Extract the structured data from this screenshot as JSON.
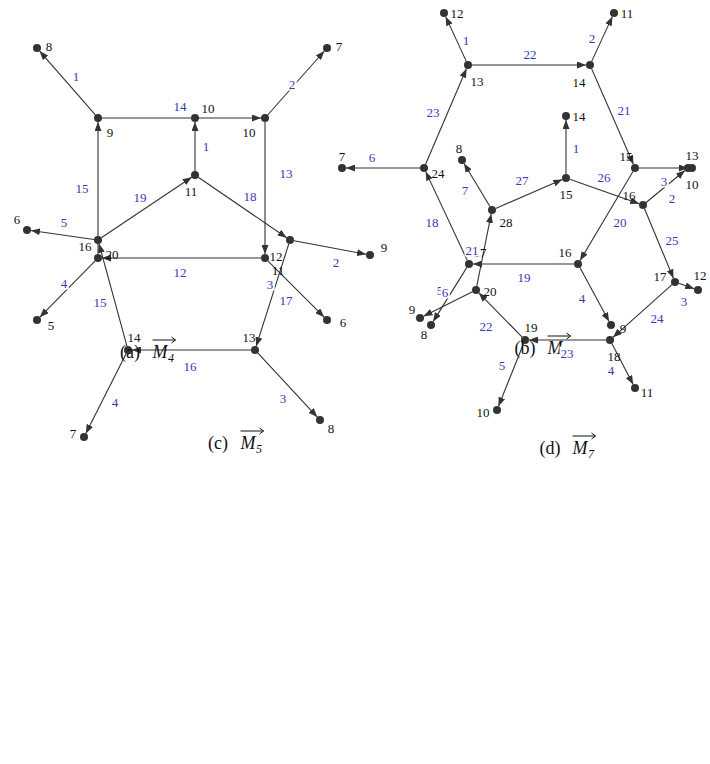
{
  "diagram": {
    "nodes": [
      {
        "text": [
          "9"
        ]
      },
      {
        "text": [
          "10"
        ]
      },
      {
        "text": [
          "11"
        ]
      },
      {
        "text": [
          "16"
        ]
      },
      {
        "text": [
          "8"
        ]
      },
      {
        "text": [
          "7"
        ]
      },
      {
        "text": [
          "6"
        ]
      },
      {
        "text": [
          "5"
        ]
      },
      {
        "text": [
          "13"
        ]
      },
      {
        "text": [
          "14"
        ]
      },
      {
        "text": [
          "15"
        ]
      },
      {
        "text": [
          "16"
        ]
      },
      {
        "text": [
          "17"
        ]
      },
      {
        "text": [
          "24"
        ]
      },
      {
        "text": [
          "12"
        ]
      },
      {
        "text": [
          "11"
        ]
      },
      {
        "text": [
          "10"
        ]
      },
      {
        "text": [
          "9"
        ]
      },
      {
        "text": [
          "8"
        ]
      },
      {
        "text": [
          "7"
        ]
      },
      {
        "text": [
          "11"
        ]
      },
      {
        "text": [
          "12"
        ]
      },
      {
        "text": [
          "13"
        ]
      },
      {
        "text": [
          "14"
        ]
      },
      {
        "text": [
          "20"
        ]
      },
      {
        "text": [
          "10"
        ]
      },
      {
        "text": [
          "9"
        ]
      },
      {
        "text": [
          "8"
        ]
      },
      {
        "text": [
          "7"
        ]
      },
      {
        "text": [
          "6"
        ]
      },
      {
        "text": [
          "15"
        ]
      },
      {
        "text": [
          "16"
        ]
      },
      {
        "text": [
          "17"
        ]
      },
      {
        "text": [
          "18"
        ]
      },
      {
        "text": [
          "19"
        ]
      },
      {
        "text": [
          "20"
        ]
      },
      {
        "text": [
          "28"
        ]
      },
      {
        "text": [
          "14"
        ]
      },
      {
        "text": [
          "13"
        ]
      },
      {
        "text": [
          "12"
        ]
      },
      {
        "text": [
          "11"
        ]
      },
      {
        "text": [
          "10"
        ]
      },
      {
        "text": [
          "9"
        ]
      },
      {
        "text": [
          "8"
        ]
      }
    ],
    "edges": [
      {
        "from": 0,
        "to": 4,
        "arrow": "to",
        "label": "1"
      },
      {
        "from": 1,
        "to": 5,
        "arrow": "to",
        "label": "2"
      },
      {
        "from": 2,
        "to": 6,
        "arrow": "to",
        "label": "3"
      },
      {
        "from": 3,
        "to": 7,
        "arrow": "to",
        "label": "4"
      },
      {
        "from": 0,
        "to": 1,
        "arrow": "to",
        "label": "14"
      },
      {
        "from": 1,
        "to": 2,
        "arrow": "to",
        "label": "13"
      },
      {
        "from": 2,
        "to": 3,
        "arrow": "to",
        "label": "12"
      },
      {
        "from": 3,
        "to": 0,
        "arrow": "to",
        "label": "15"
      },
      {
        "from": 8,
        "to": 14,
        "arrow": "to",
        "label": "1"
      },
      {
        "from": 9,
        "to": 15,
        "arrow": "to",
        "label": "2"
      },
      {
        "from": 10,
        "to": 16,
        "arrow": "to",
        "label": "3"
      },
      {
        "from": 11,
        "to": 17,
        "arrow": "to",
        "label": "4"
      },
      {
        "from": 12,
        "to": 18,
        "arrow": "to",
        "label": "5"
      },
      {
        "from": 13,
        "to": 19,
        "arrow": "to",
        "label": "6"
      },
      {
        "from": 8,
        "to": 9,
        "arrow": "to",
        "label": "22"
      },
      {
        "from": 9,
        "to": 10,
        "arrow": "to",
        "label": "21"
      },
      {
        "from": 10,
        "to": 11,
        "arrow": "to",
        "label": "20"
      },
      {
        "from": 11,
        "to": 12,
        "arrow": "to",
        "label": "19"
      },
      {
        "from": 12,
        "to": 13,
        "arrow": "to",
        "label": "18"
      },
      {
        "from": 13,
        "to": 8,
        "arrow": "to",
        "label": "23"
      },
      {
        "from": 20,
        "to": 25,
        "arrow": "to",
        "label": "1"
      },
      {
        "from": 21,
        "to": 26,
        "arrow": "to",
        "label": "2"
      },
      {
        "from": 22,
        "to": 27,
        "arrow": "to",
        "label": "3"
      },
      {
        "from": 23,
        "to": 28,
        "arrow": "to",
        "label": "4"
      },
      {
        "from": 24,
        "to": 29,
        "arrow": "to",
        "label": "5"
      },
      {
        "from": 20,
        "to": 21,
        "arrow": "to",
        "label": "18"
      },
      {
        "from": 21,
        "to": 22,
        "arrow": "to",
        "label": "17"
      },
      {
        "from": 22,
        "to": 23,
        "arrow": "to",
        "label": "16"
      },
      {
        "from": 23,
        "to": 24,
        "arrow": "to",
        "label": "15"
      },
      {
        "from": 24,
        "to": 20,
        "arrow": "to",
        "label": "19"
      },
      {
        "from": 30,
        "to": 37,
        "arrow": "to",
        "label": "1"
      },
      {
        "from": 31,
        "to": 38,
        "arrow": "to",
        "label": "2"
      },
      {
        "from": 32,
        "to": 39,
        "arrow": "to",
        "label": "3"
      },
      {
        "from": 33,
        "to": 40,
        "arrow": "to",
        "label": "4"
      },
      {
        "from": 34,
        "to": 41,
        "arrow": "to",
        "label": "5"
      },
      {
        "from": 35,
        "to": 42,
        "arrow": "to",
        "label": "6"
      },
      {
        "from": 36,
        "to": 43,
        "arrow": "to",
        "label": "7"
      },
      {
        "from": 30,
        "to": 31,
        "arrow": "to",
        "label": "26"
      },
      {
        "from": 31,
        "to": 32,
        "arrow": "to",
        "label": "25"
      },
      {
        "from": 32,
        "to": 33,
        "arrow": "to",
        "label": "24"
      },
      {
        "from": 33,
        "to": 34,
        "arrow": "to",
        "label": "23"
      },
      {
        "from": 34,
        "to": 35,
        "arrow": "to",
        "label": "22"
      },
      {
        "from": 35,
        "to": 36,
        "arrow": "to",
        "label": "21"
      },
      {
        "from": 36,
        "to": 30,
        "arrow": "to",
        "label": "27"
      }
    ],
    "labels": [
      "(a)",
      "M",
      "4",
      "(b)",
      "M",
      "6",
      "(c)",
      "M",
      "5",
      "(d)",
      "M",
      "7"
    ]
  }
}
